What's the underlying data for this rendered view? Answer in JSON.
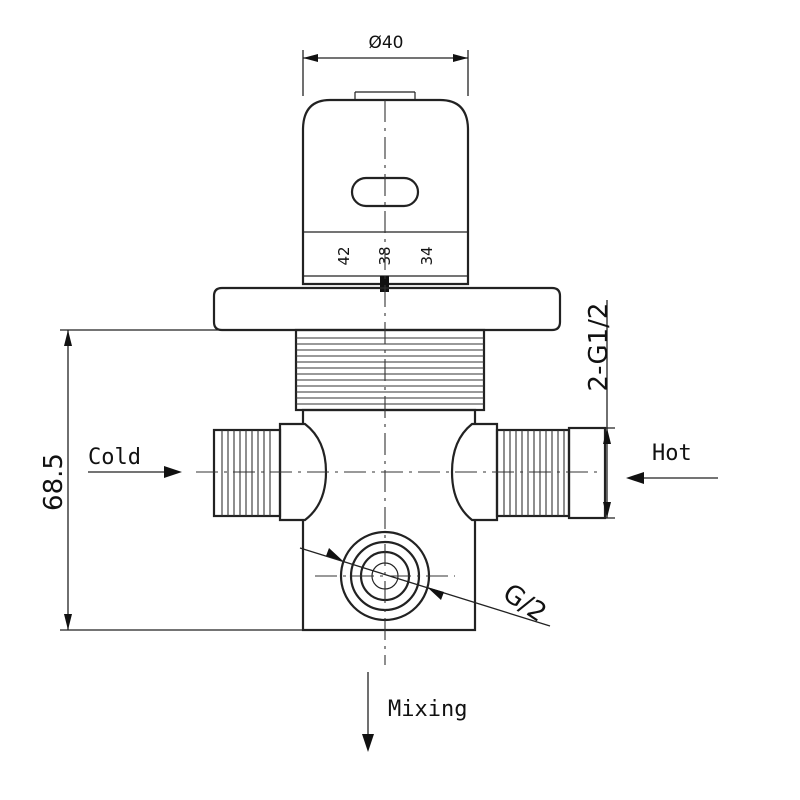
{
  "drawing": {
    "dimensions": {
      "diameter": "Ø40",
      "height": "68.5",
      "inlet_thread": "2-G1/2",
      "outlet_thread": "G/2"
    },
    "handle_scale": [
      "42",
      "38",
      "34"
    ],
    "flows": {
      "cold": "Cold",
      "hot": "Hot",
      "mixing": "Mixing"
    }
  }
}
